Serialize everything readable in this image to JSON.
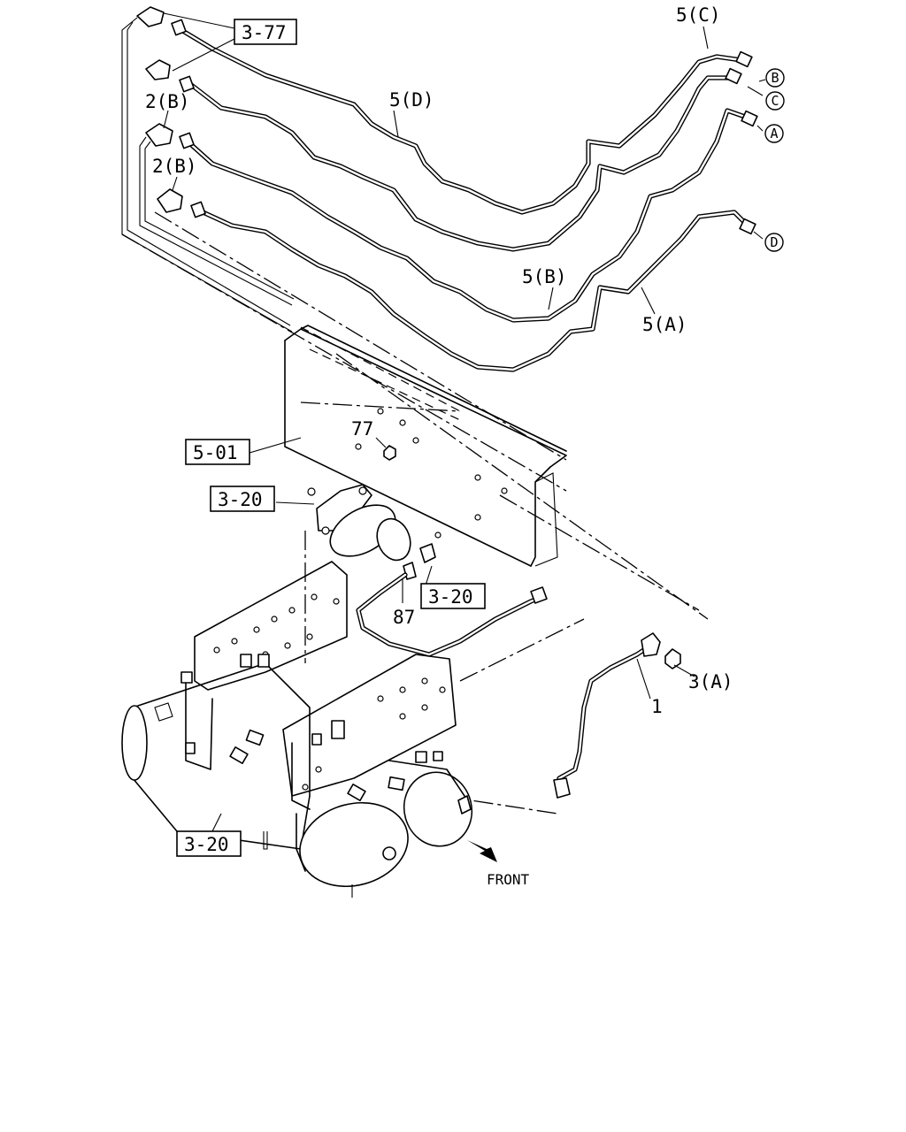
{
  "diagram": {
    "callouts": {
      "ref_3_77": "3-77",
      "ref_5_01": "5-01",
      "ref_3_20_top": "3-20",
      "ref_3_20_mid": "3-20",
      "ref_3_20_bottom": "3-20"
    },
    "part_labels": {
      "pipe_5c": "5(C)",
      "pipe_5d": "5(D)",
      "pipe_5b": "5(B)",
      "pipe_5a": "5(A)",
      "connector_2b_upper": "2(B)",
      "connector_2b_lower": "2(B)",
      "nut_77": "77",
      "fitting_87": "87",
      "nut_3a": "3(A)",
      "pipe_1": "1"
    },
    "connection_markers": {
      "b": "B",
      "c": "C",
      "a": "A",
      "d": "D"
    },
    "direction_label": "FRONT"
  }
}
